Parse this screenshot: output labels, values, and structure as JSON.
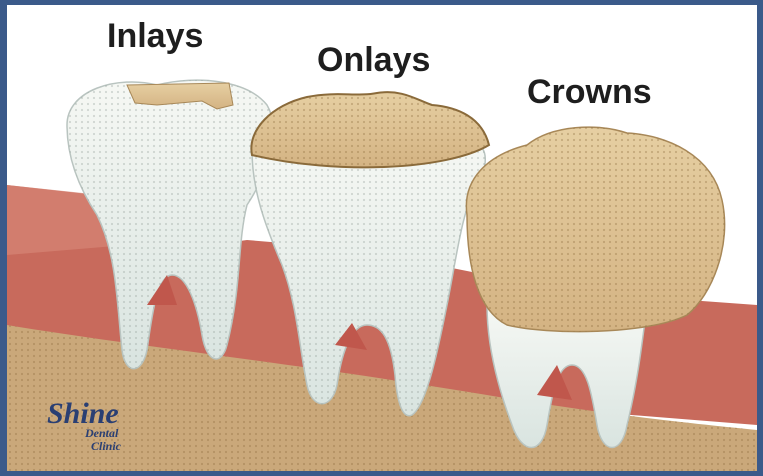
{
  "labels": {
    "inlays": "Inlays",
    "onlays": "Onlays",
    "crowns": "Crowns"
  },
  "logo": {
    "brand": "Shine",
    "line1": "Dental",
    "line2": "Clinic"
  },
  "colors": {
    "frame": "#3b5a8a",
    "gum": "#c86a5c",
    "bone": "#caa87a",
    "tooth": "#eef2ee",
    "restoration": "#ddc08e",
    "logo": "#2a3f73"
  }
}
